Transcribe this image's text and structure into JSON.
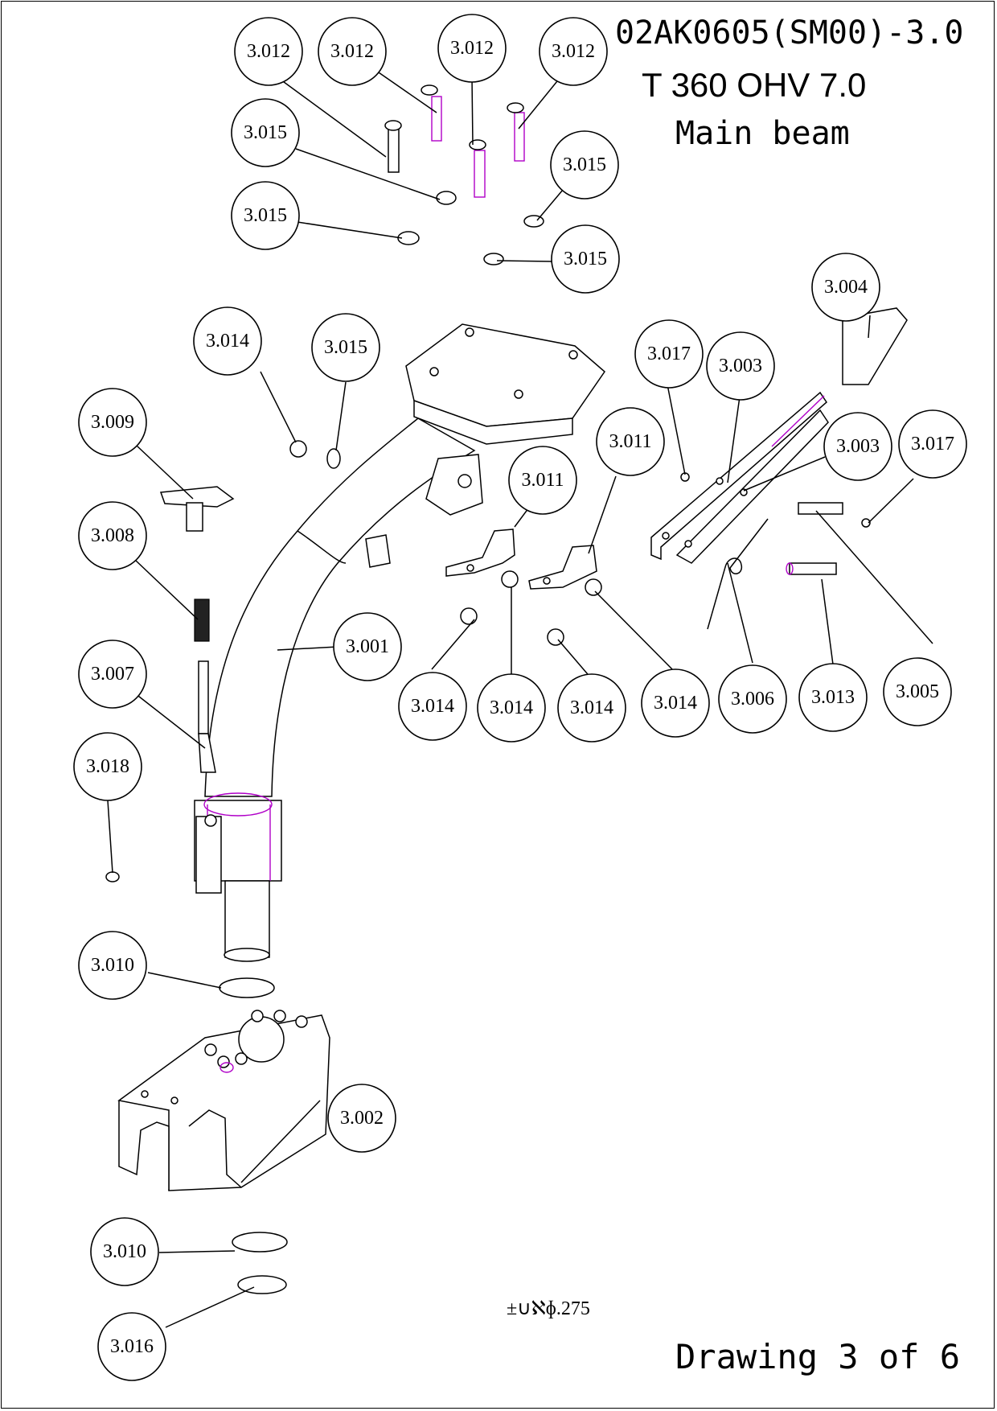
{
  "header": {
    "drawing_code": "02AK0605(SM00)-3.0",
    "model": "T 360 OHV 7.0",
    "title": "Main beam"
  },
  "footer": {
    "sheet": "Drawing 3 of 6",
    "stamp": "±∪ℵɸ.275"
  },
  "colors": {
    "line": "#000000",
    "highlight": "#b000c8",
    "background": "#ffffff"
  },
  "callouts": [
    {
      "id": "c01",
      "label": "3.012"
    },
    {
      "id": "c02",
      "label": "3.012"
    },
    {
      "id": "c03",
      "label": "3.012"
    },
    {
      "id": "c04",
      "label": "3.012"
    },
    {
      "id": "c05",
      "label": "3.015"
    },
    {
      "id": "c06",
      "label": "3.015"
    },
    {
      "id": "c07",
      "label": "3.015"
    },
    {
      "id": "c08",
      "label": "3.015"
    },
    {
      "id": "c09",
      "label": "3.004"
    },
    {
      "id": "c10",
      "label": "3.014"
    },
    {
      "id": "c11",
      "label": "3.015"
    },
    {
      "id": "c12",
      "label": "3.017"
    },
    {
      "id": "c13",
      "label": "3.003"
    },
    {
      "id": "c14",
      "label": "3.009"
    },
    {
      "id": "c15",
      "label": "3.011"
    },
    {
      "id": "c16",
      "label": "3.011"
    },
    {
      "id": "c17",
      "label": "3.003"
    },
    {
      "id": "c18",
      "label": "3.017"
    },
    {
      "id": "c19",
      "label": "3.008"
    },
    {
      "id": "c20",
      "label": "3.001"
    },
    {
      "id": "c21",
      "label": "3.007"
    },
    {
      "id": "c22",
      "label": "3.014"
    },
    {
      "id": "c23",
      "label": "3.014"
    },
    {
      "id": "c24",
      "label": "3.014"
    },
    {
      "id": "c25",
      "label": "3.014"
    },
    {
      "id": "c26",
      "label": "3.006"
    },
    {
      "id": "c27",
      "label": "3.013"
    },
    {
      "id": "c28",
      "label": "3.005"
    },
    {
      "id": "c29",
      "label": "3.018"
    },
    {
      "id": "c30",
      "label": "3.010"
    },
    {
      "id": "c31",
      "label": "3.002"
    },
    {
      "id": "c32",
      "label": "3.010"
    },
    {
      "id": "c33",
      "label": "3.016"
    }
  ]
}
